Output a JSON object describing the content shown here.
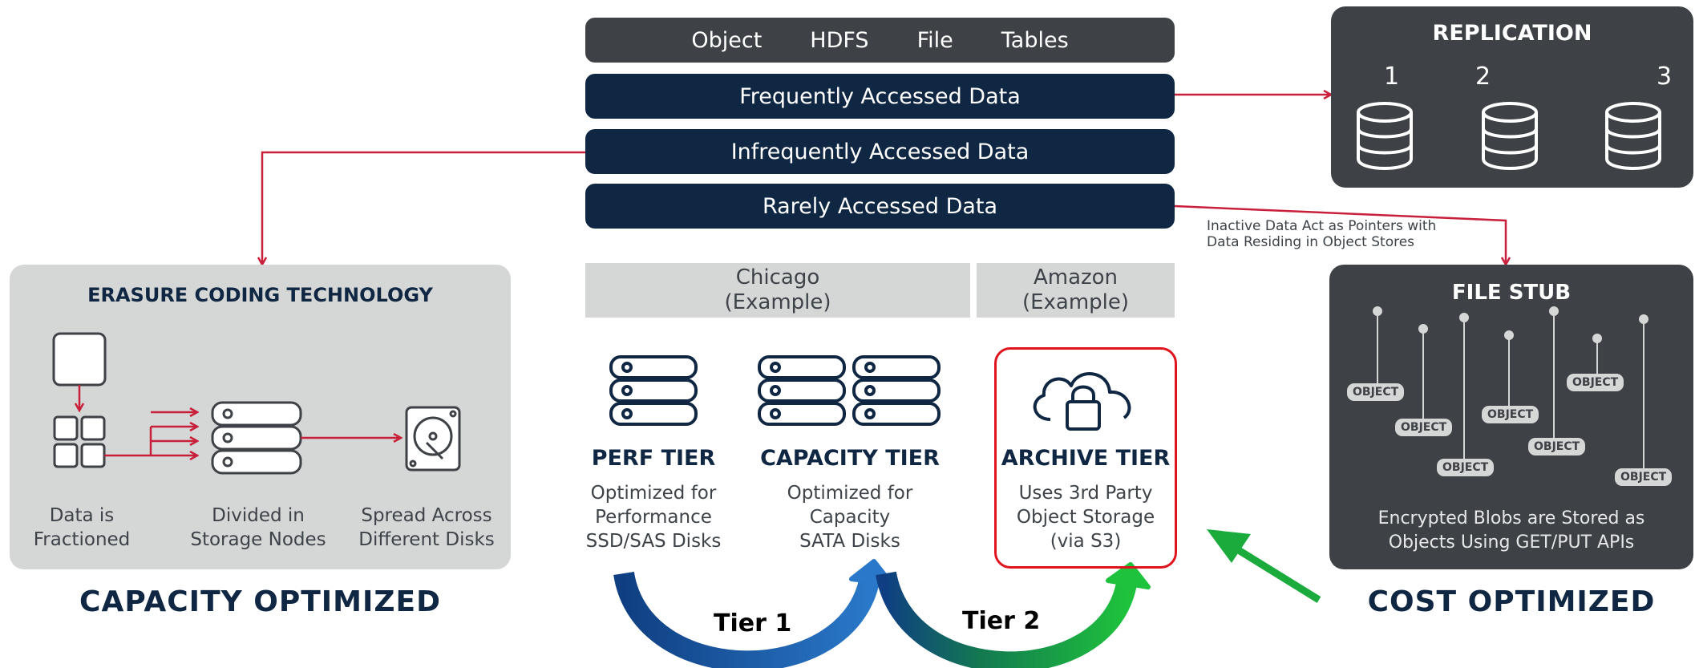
{
  "top_bar": {
    "items": [
      "Object",
      "HDFS",
      "File",
      "Tables"
    ]
  },
  "data_bars": {
    "frequent": "Frequently Accessed Data",
    "infrequent": "Infrequently Accessed Data",
    "rare": "Rarely Accessed Data"
  },
  "replication": {
    "title": "REPLICATION",
    "copies": [
      "1",
      "2",
      "3"
    ]
  },
  "pointer_note": {
    "line1": "Inactive Data Act as Pointers with",
    "line2": "Data Residing in Object Stores"
  },
  "erasure": {
    "title": "ERASURE CODING TECHNOLOGY",
    "step1": [
      "Data is",
      "Fractioned"
    ],
    "step2": [
      "Divided in",
      "Storage Nodes"
    ],
    "step3": [
      "Spread Across",
      "Different Disks"
    ],
    "footer": "CAPACITY OPTIMIZED"
  },
  "locations": {
    "chicago": [
      "Chicago",
      "(Example)"
    ],
    "amazon": [
      "Amazon",
      "(Example)"
    ]
  },
  "tiers": {
    "perf": {
      "title": "PERF TIER",
      "desc": [
        "Optimized for",
        "Performance",
        "SSD/SAS Disks"
      ]
    },
    "capacity": {
      "title": "CAPACITY TIER",
      "desc": [
        "Optimized for",
        "Capacity",
        "SATA Disks"
      ]
    },
    "archive": {
      "title": "ARCHIVE TIER",
      "desc": [
        "Uses 3rd Party",
        "Object Storage",
        "(via S3)"
      ]
    }
  },
  "transitions": {
    "tier1": "Tier 1",
    "tier2": "Tier 2"
  },
  "file_stub": {
    "title": "FILE STUB",
    "object_label": "OBJECT",
    "caption": [
      "Encrypted Blobs are Stored as",
      "Objects Using GET/PUT APIs"
    ],
    "footer": "COST OPTIMIZED"
  },
  "colors": {
    "navy": "#0f2743",
    "dark_gray": "#3e4246",
    "light_gray": "#d5d6d6",
    "red_line": "#c8203a",
    "archive_border": "#e0141e",
    "blue_arrow": "#1b5c9e",
    "green_arrow": "#1aab3c"
  }
}
